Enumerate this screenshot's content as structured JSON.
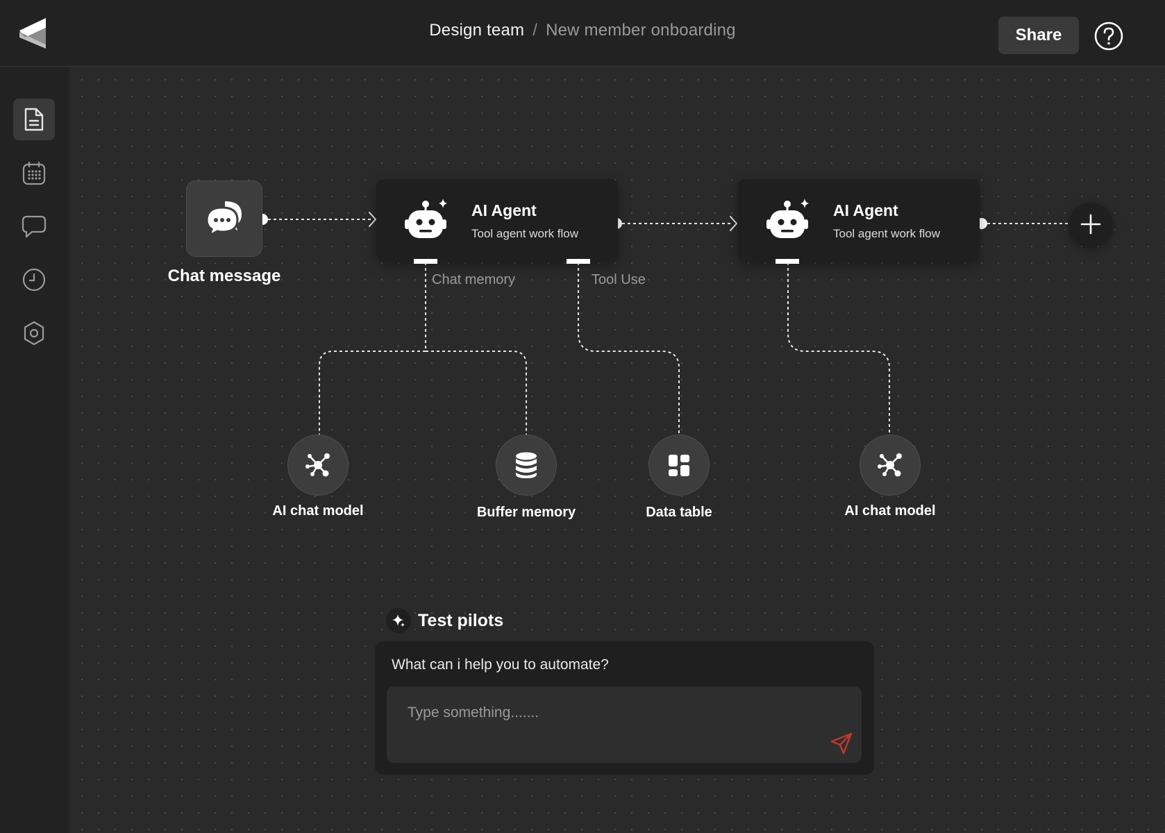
{
  "header": {
    "team": "Design team",
    "separator": "/",
    "page": "New member onboarding",
    "share_label": "Share",
    "help_icon": "help-circle-icon"
  },
  "sidebar": {
    "items": [
      {
        "name": "document",
        "icon": "document-icon",
        "active": true
      },
      {
        "name": "calendar",
        "icon": "calendar-icon",
        "active": false
      },
      {
        "name": "chat",
        "icon": "chat-bubble-icon",
        "active": false
      },
      {
        "name": "history",
        "icon": "clock-icon",
        "active": false
      },
      {
        "name": "settings",
        "icon": "gear-icon",
        "active": false
      }
    ]
  },
  "workflow": {
    "trigger": {
      "title": "Chat message",
      "icon": "chat-bubbles-icon"
    },
    "agents": [
      {
        "title": "AI Agent",
        "subtitle": "Tool agent work flow",
        "icon": "robot-icon"
      },
      {
        "title": "AI Agent",
        "subtitle": "Tool agent work flow",
        "icon": "robot-icon"
      }
    ],
    "port_labels": {
      "memory": "Chat memory",
      "tools": "Tool Use"
    },
    "sub_nodes": [
      {
        "label": "AI chat model",
        "icon": "network-icon"
      },
      {
        "label": "Buffer memory",
        "icon": "database-icon"
      },
      {
        "label": "Data table",
        "icon": "grid-icon"
      },
      {
        "label": "AI chat model",
        "icon": "network-icon"
      }
    ]
  },
  "test_pilots": {
    "title": "Test pilots",
    "question": "What can i help you to automate?",
    "placeholder": "Type something.......",
    "send_icon": "send-icon"
  },
  "colors": {
    "background": "#2a2a2a",
    "panel": "#1f1f1f",
    "node": "#3d3d3d",
    "send_accent": "#c0392b"
  }
}
